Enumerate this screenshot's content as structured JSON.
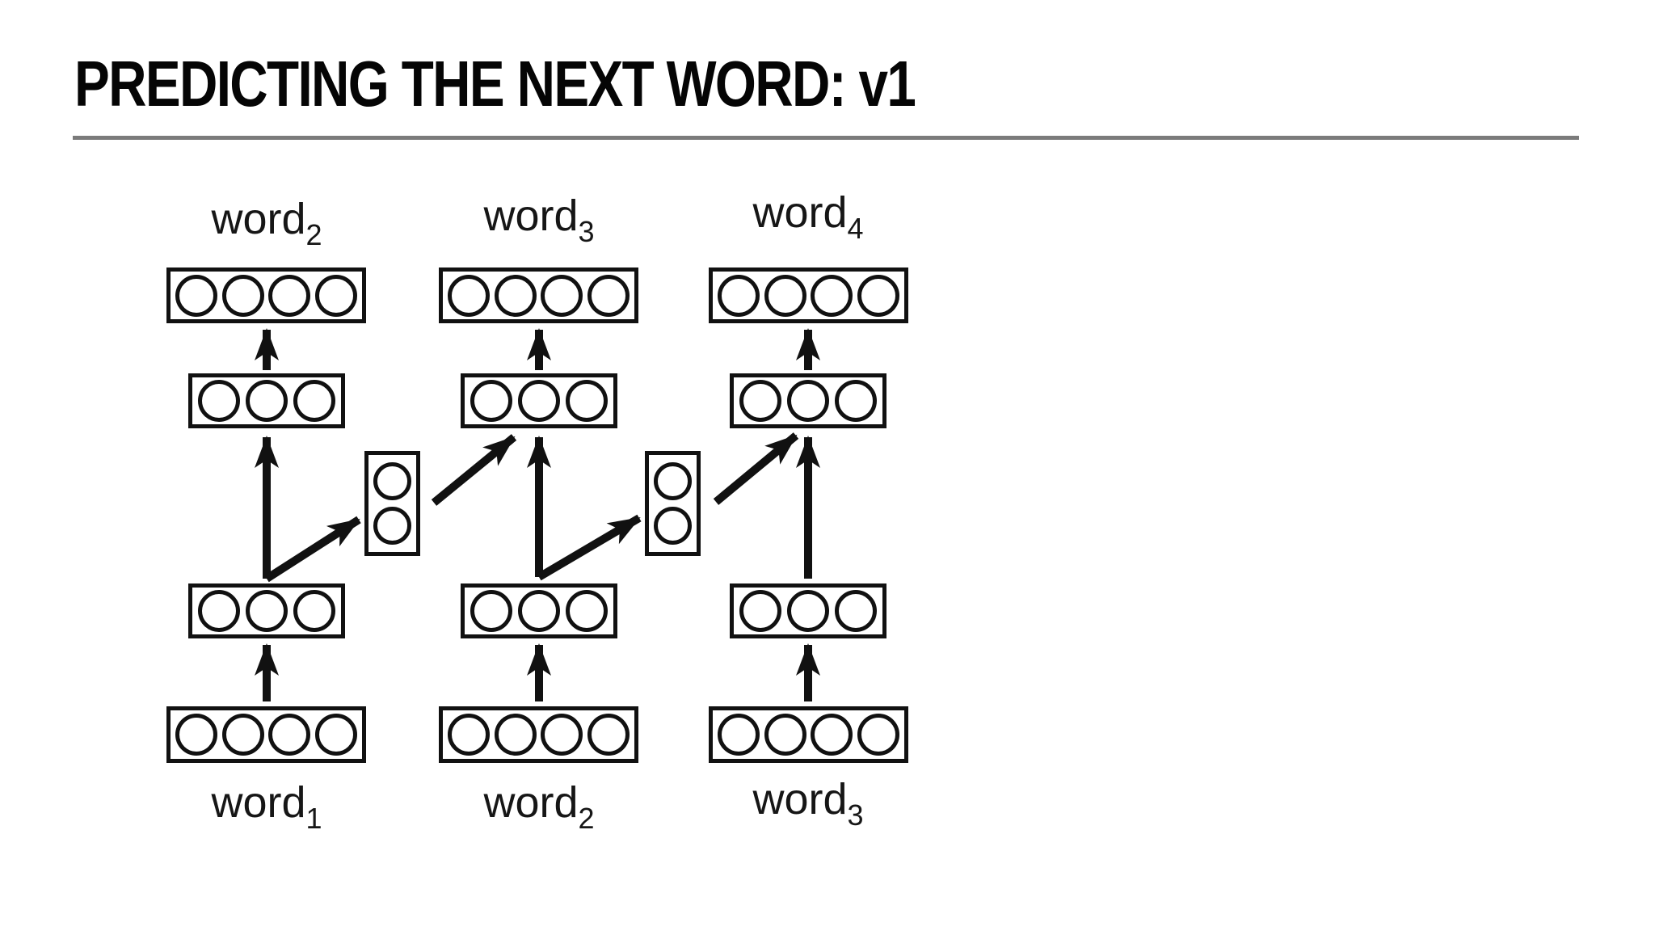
{
  "slide": {
    "title": "PREDICTING THE NEXT WORD: v1"
  },
  "diagram": {
    "columns": [
      {
        "output_word": {
          "base": "word",
          "sub": "2"
        },
        "input_word": {
          "base": "word",
          "sub": "1"
        },
        "units": {
          "output": 4,
          "hidden": 3,
          "embedding": 3,
          "input": 4
        }
      },
      {
        "output_word": {
          "base": "word",
          "sub": "3"
        },
        "input_word": {
          "base": "word",
          "sub": "2"
        },
        "units": {
          "output": 4,
          "hidden": 3,
          "embedding": 3,
          "input": 4
        }
      },
      {
        "output_word": {
          "base": "word",
          "sub": "4"
        },
        "input_word": {
          "base": "word",
          "sub": "3"
        },
        "units": {
          "output": 4,
          "hidden": 3,
          "embedding": 3,
          "input": 4
        }
      }
    ],
    "context_boxes": [
      {
        "units": 2
      },
      {
        "units": 2
      }
    ]
  },
  "colors": {
    "ink": "#111111",
    "divider": "#7b7b7b",
    "background": "#ffffff"
  }
}
